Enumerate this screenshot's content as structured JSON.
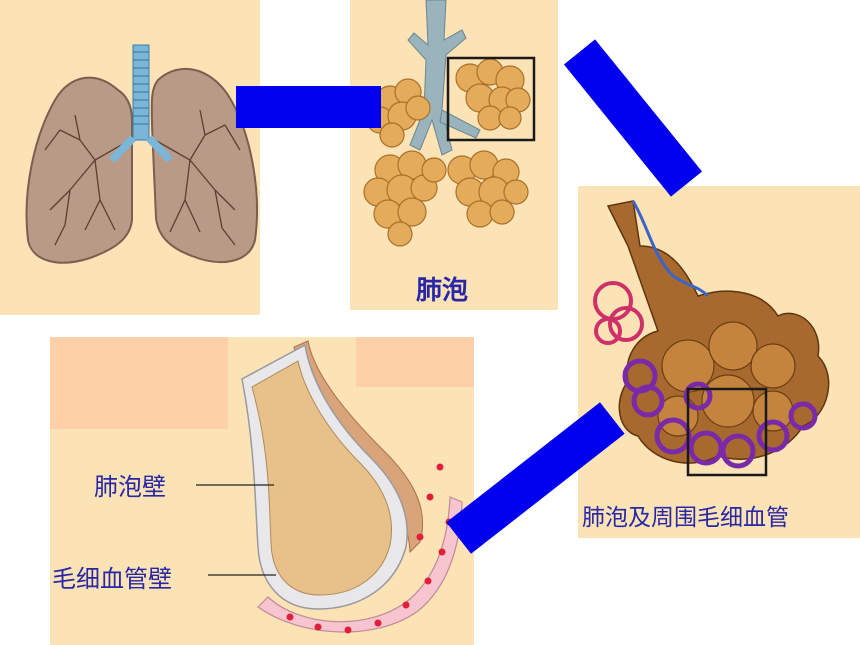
{
  "panels": {
    "lungs": {
      "icon": "lungs-illustration"
    },
    "alveoli": {
      "caption": "肺泡",
      "icon": "alveoli-cluster-illustration"
    },
    "capillaries": {
      "caption": "肺泡及周围毛细血管",
      "icon": "alveolus-with-capillaries-illustration"
    },
    "cross_section": {
      "label_alveolar_wall": "肺泡壁",
      "label_capillary_wall": "毛细血管壁",
      "icon": "alveolus-cross-section-illustration"
    }
  },
  "colors": {
    "panel_bg": "#fce3b6",
    "patch_bg": "#fdd0a8",
    "connector": "#0000ee",
    "label_text": "#2727a8"
  }
}
